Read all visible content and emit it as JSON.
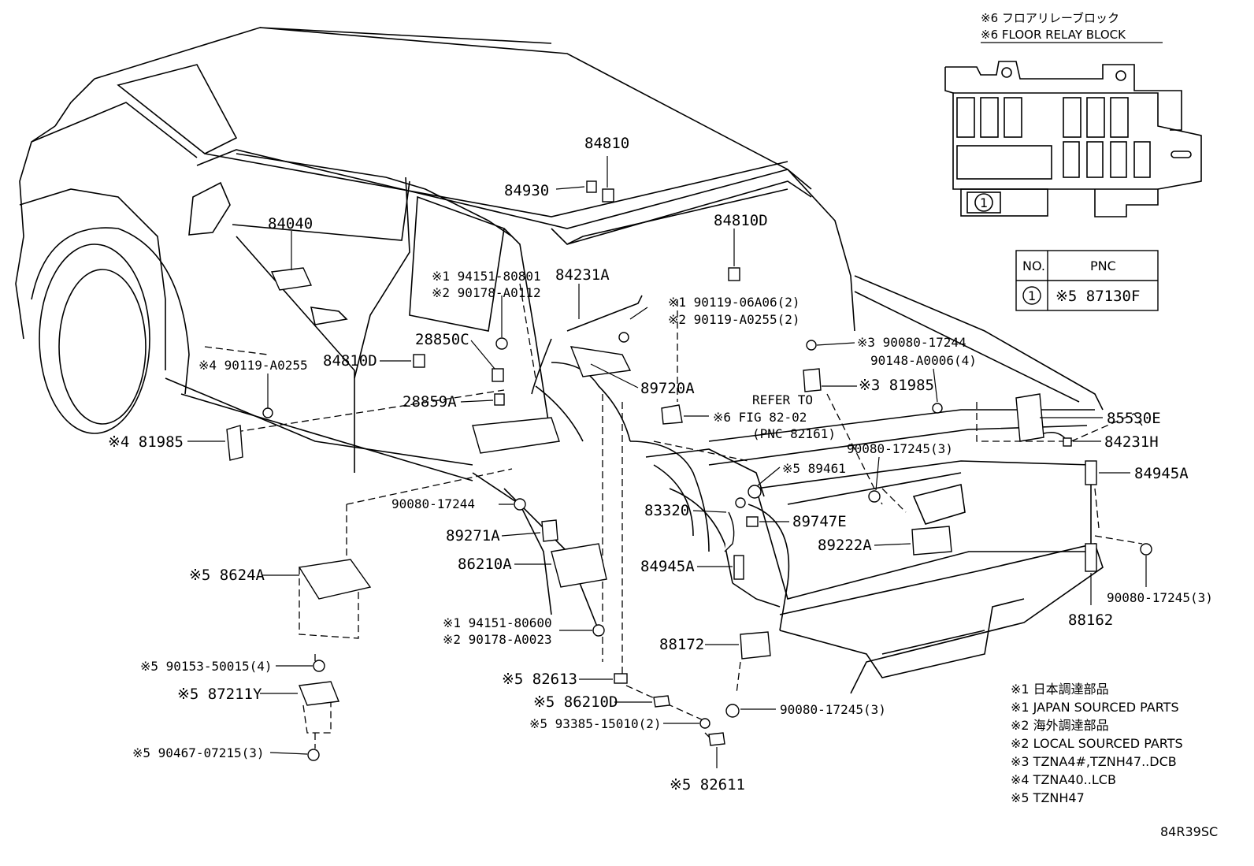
{
  "relay_block": {
    "title_jp": "※6 フロアリレーブロック",
    "title_en": "※6 FLOOR RELAY BLOCK",
    "circle_no": "1"
  },
  "pnc_table": {
    "header_no": "NO.",
    "header_pnc": "PNC",
    "row_no": "1",
    "row_pnc": "※5 87130F"
  },
  "labels": {
    "p84810": "84810",
    "p84930": "84930",
    "p84040": "84040",
    "p84810D_top": "84810D",
    "p84231A": "84231A",
    "p94151_80801": "※1 94151-80801",
    "p90178_A0112": "※2 90178-A0112",
    "p90119_06A06": "※1 90119-06A06(2)",
    "p90119_A0255_2": "※2 90119-A0255(2)",
    "p28850C": "28850C",
    "p84810D_left": "84810D",
    "p90119_A0255_4": "※4 90119-A0255",
    "p28859A": "28859A",
    "p81985_left": "※4 81985",
    "p89720A": "89720A",
    "p90080_17244_r": "※3 90080-17244",
    "p90148_A0006": "90148-A0006(4)",
    "p81985_right": "※3 81985",
    "refer1": "REFER TO",
    "refer2": "※6 FIG 82-02",
    "refer3": "(PNC 82161)",
    "p85530E": "85530E",
    "p90080_17245_c": "90080-17245(3)",
    "p84231H": "84231H",
    "p89461": "※5 89461",
    "p84945A_right": "84945A",
    "p90080_17244_l": "90080-17244",
    "p83320": "83320",
    "p89747E": "89747E",
    "p89271A": "89271A",
    "p89222A": "89222A",
    "p86210A": "86210A",
    "p84945A_mid": "84945A",
    "p8624A": "※5 8624A",
    "p90080_17245_r": "90080-17245(3)",
    "p88162": "88162",
    "p94151_80600": "※1 94151-80600",
    "p90178_A0023": "※2 90178-A0023",
    "p88172": "88172",
    "p90153_50015": "※5 90153-50015(4)",
    "p82613": "※5 82613",
    "p87211Y": "※5 87211Y",
    "p86210D": "※5 86210D",
    "p90080_17245_b": "90080-17245(3)",
    "p93385_15010": "※5 93385-15010(2)",
    "p90467_07215": "※5 90467-07215(3)",
    "p82611": "※5 82611"
  },
  "notes": [
    "※1 日本調達部品",
    "※1 JAPAN SOURCED PARTS",
    "※2 海外調達部品",
    "※2 LOCAL SOURCED PARTS",
    "※3 TZNA4#,TZNH47..DCB",
    "※4 TZNA40..LCB",
    "※5 TZNH47"
  ],
  "figure_code": "84R39SC"
}
